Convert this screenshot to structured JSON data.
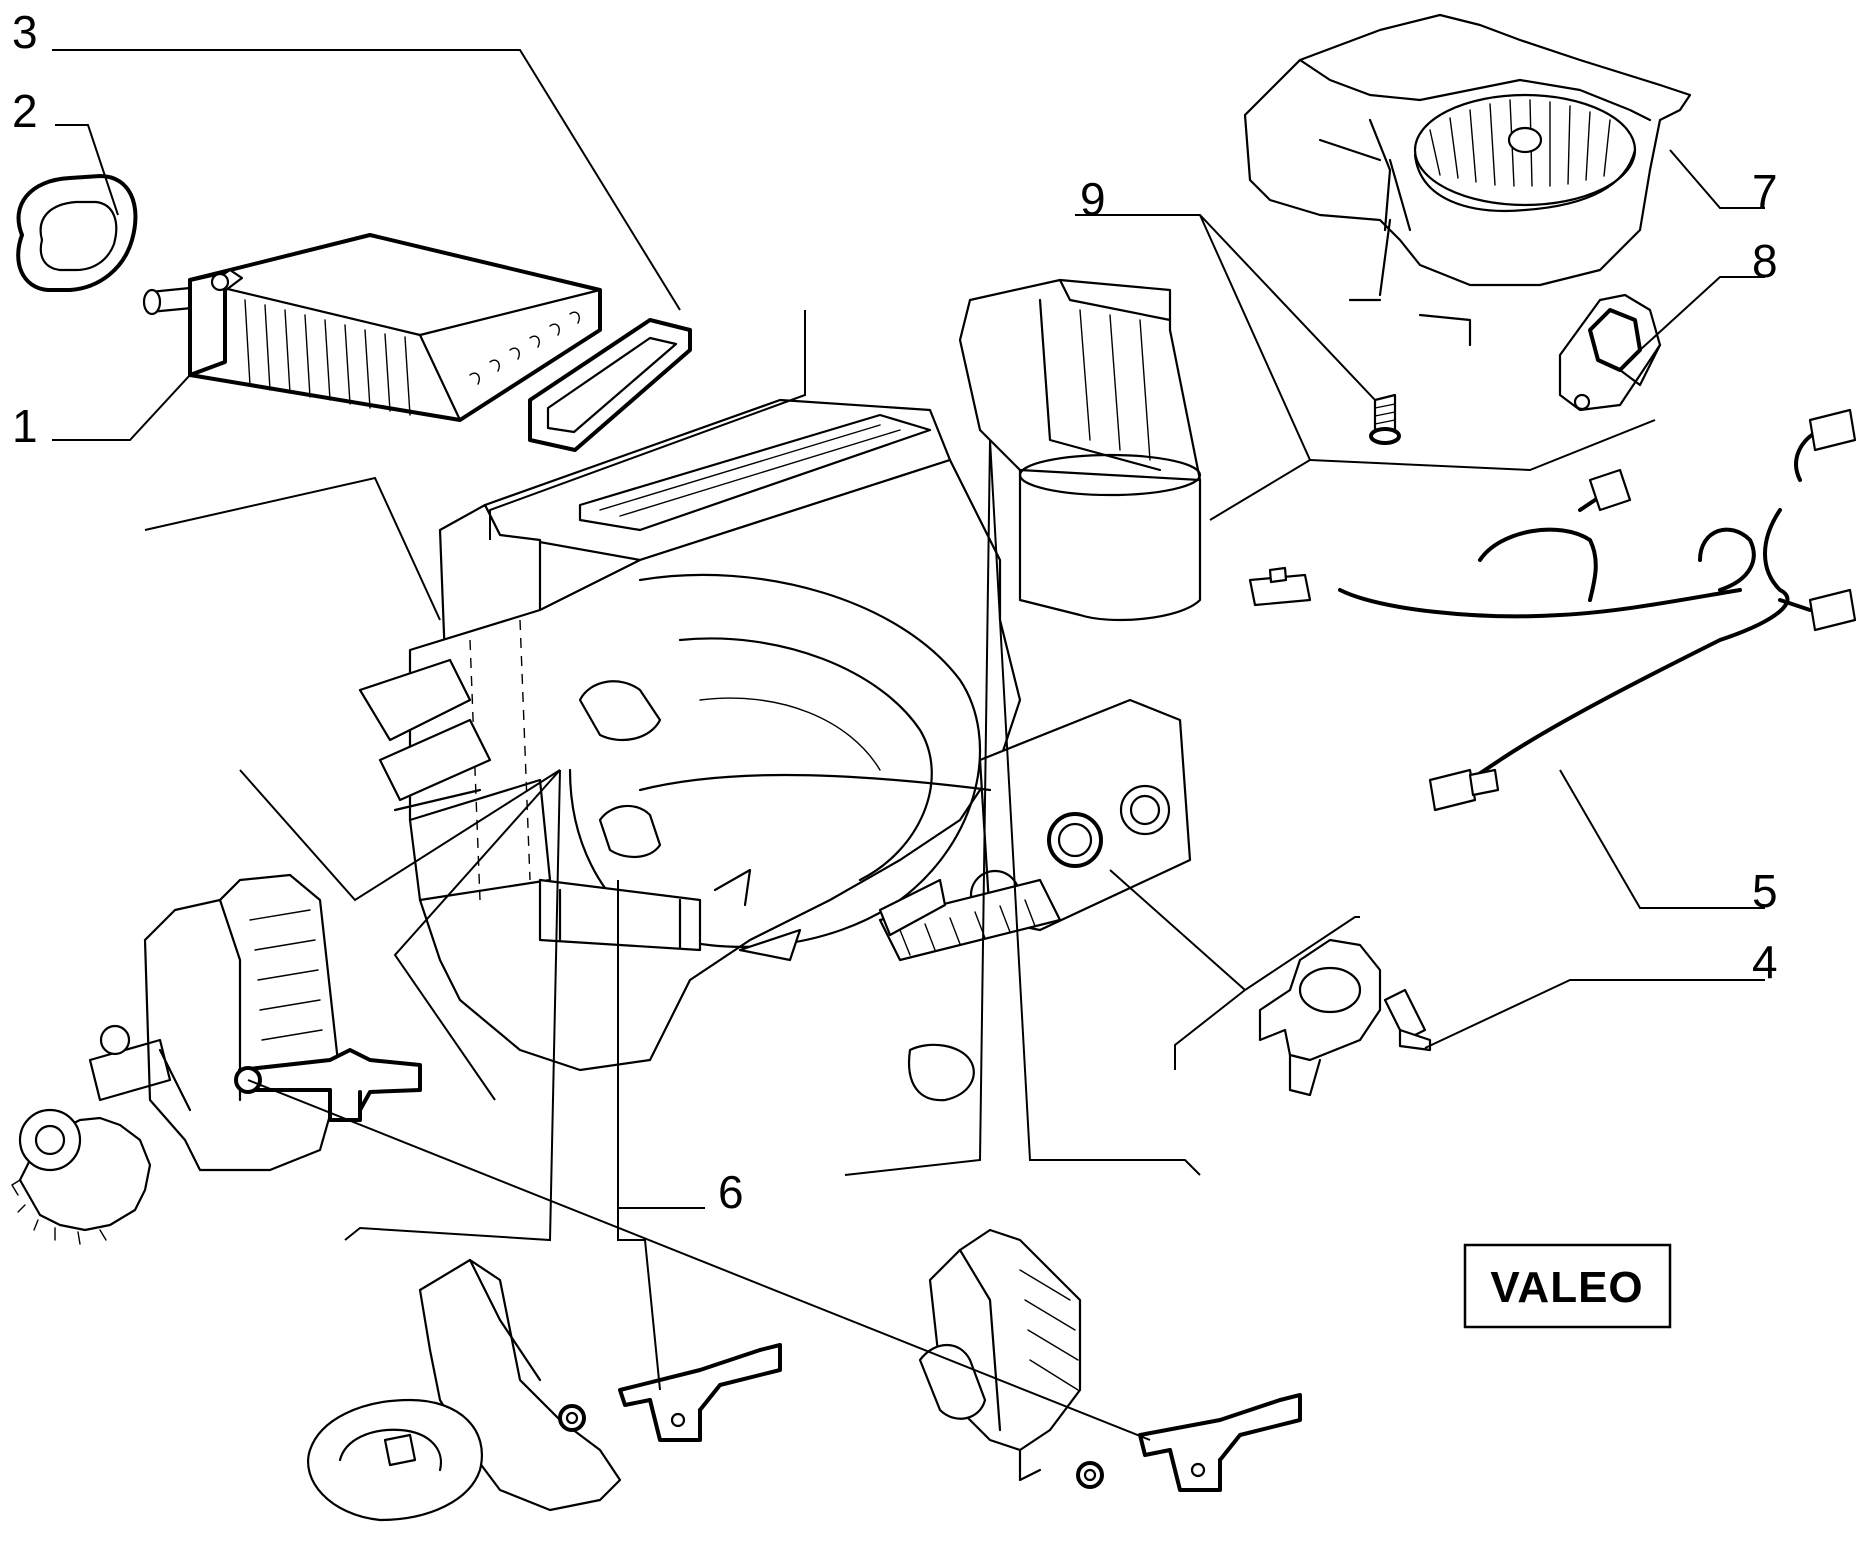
{
  "callouts": {
    "c1": "1",
    "c2": "2",
    "c3": "3",
    "c4": "4",
    "c5": "5",
    "c6": "6",
    "c7": "7",
    "c8": "8",
    "c9": "9"
  },
  "brand_label": "VALEO",
  "colors": {
    "line": "#000000",
    "background": "#ffffff"
  }
}
